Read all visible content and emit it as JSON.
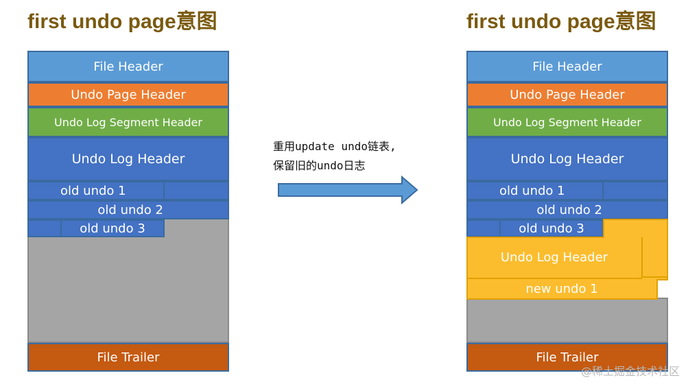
{
  "colors": {
    "title": "#7a5a10",
    "file_header": "#5b9bd5",
    "undo_page_header": "#ed7d31",
    "segment_header": "#70ad47",
    "log_header": "#4472c4",
    "old_undo": "#4472c4",
    "free_space": "#a5a5a5",
    "file_trailer": "#c55a11",
    "new_log": "#fbbd2e",
    "arrow": "#5b9bd5"
  },
  "left": {
    "title": "first undo page意图",
    "file_header": "File Header",
    "undo_page_header": "Undo Page Header",
    "segment_header": "Undo Log Segment Header",
    "log_header": "Undo Log Header",
    "old_undo_1": "old undo 1",
    "old_undo_2": "old undo 2",
    "old_undo_3": "old undo 3",
    "file_trailer": "File Trailer"
  },
  "right": {
    "title": "first undo page意图",
    "file_header": "File Header",
    "undo_page_header": "Undo Page Header",
    "segment_header": "Undo Log Segment Header",
    "log_header": "Undo Log Header",
    "old_undo_1": "old undo 1",
    "old_undo_2": "old undo 2",
    "old_undo_3": "old undo 3",
    "new_log_header": "Undo Log Header",
    "new_undo_1": "new undo 1",
    "file_trailer": "File Trailer"
  },
  "arrow": {
    "line1": "重用update undo链表,",
    "line2": "保留旧的undo日志"
  },
  "watermark": "@稀土掘金技术社区"
}
